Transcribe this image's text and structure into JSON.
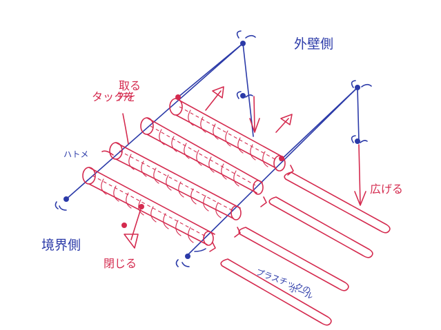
{
  "labels": {
    "outer_wall_side": "外壁側",
    "boundary_side": "境界側",
    "grommet": "ハトメ",
    "pull_tuck": "タックを",
    "pull_tuck_strike": "ﾁﾁﾁ",
    "pull_tuck_top": "取る",
    "spread": "広げる",
    "close": "閉じる",
    "plastic_pole_line1": "プラスチックの",
    "plastic_pole_line2": "ポール"
  },
  "colors": {
    "ink_blue": "#2b3aa8",
    "ink_red": "#d42a4e"
  }
}
